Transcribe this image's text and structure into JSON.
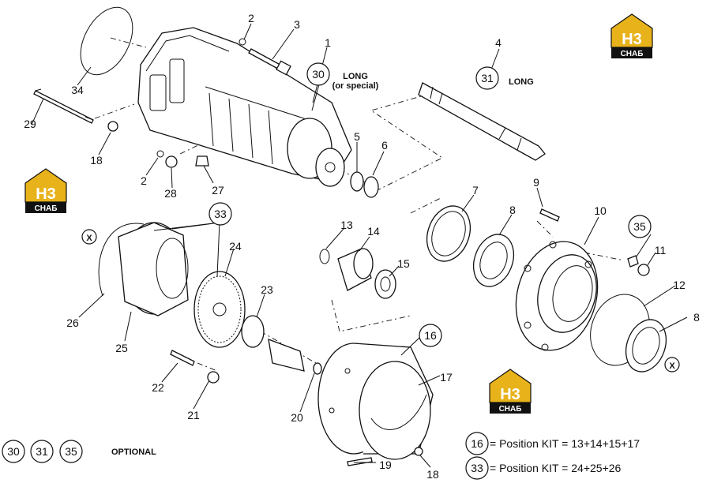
{
  "brand": {
    "logo_letters": "H3",
    "logo_word": "СНАБ"
  },
  "callouts": {
    "p1": "1",
    "p2a": "2",
    "p2b": "2",
    "p3": "3",
    "p4": "4",
    "p5": "5",
    "p6": "6",
    "p7": "7",
    "p8a": "8",
    "p8b": "8",
    "p9": "9",
    "p10": "10",
    "p11": "11",
    "p12": "12",
    "p13": "13",
    "p14": "14",
    "p15": "15",
    "p16": "16",
    "p17": "17",
    "p18a": "18",
    "p18b": "18",
    "p19": "19",
    "p20": "20",
    "p21": "21",
    "p22": "22",
    "p23": "23",
    "p24": "24",
    "p25": "25",
    "p26": "26",
    "p27": "27",
    "p28": "28",
    "p29": "29",
    "p30": "30",
    "p31": "31",
    "p33": "33",
    "p34": "34",
    "p35": "35"
  },
  "notes": {
    "long_special_1": "LONG",
    "long_special_2": "(or special)",
    "long": "LONG",
    "x_mark": "X",
    "optional": "OPTIONAL"
  },
  "optional_items": [
    "30",
    "31",
    "35"
  ],
  "legend": [
    {
      "ref": "16",
      "text": "= Position KIT = 13+14+15+17"
    },
    {
      "ref": "33",
      "text": "= Position KIT = 24+25+26"
    }
  ]
}
